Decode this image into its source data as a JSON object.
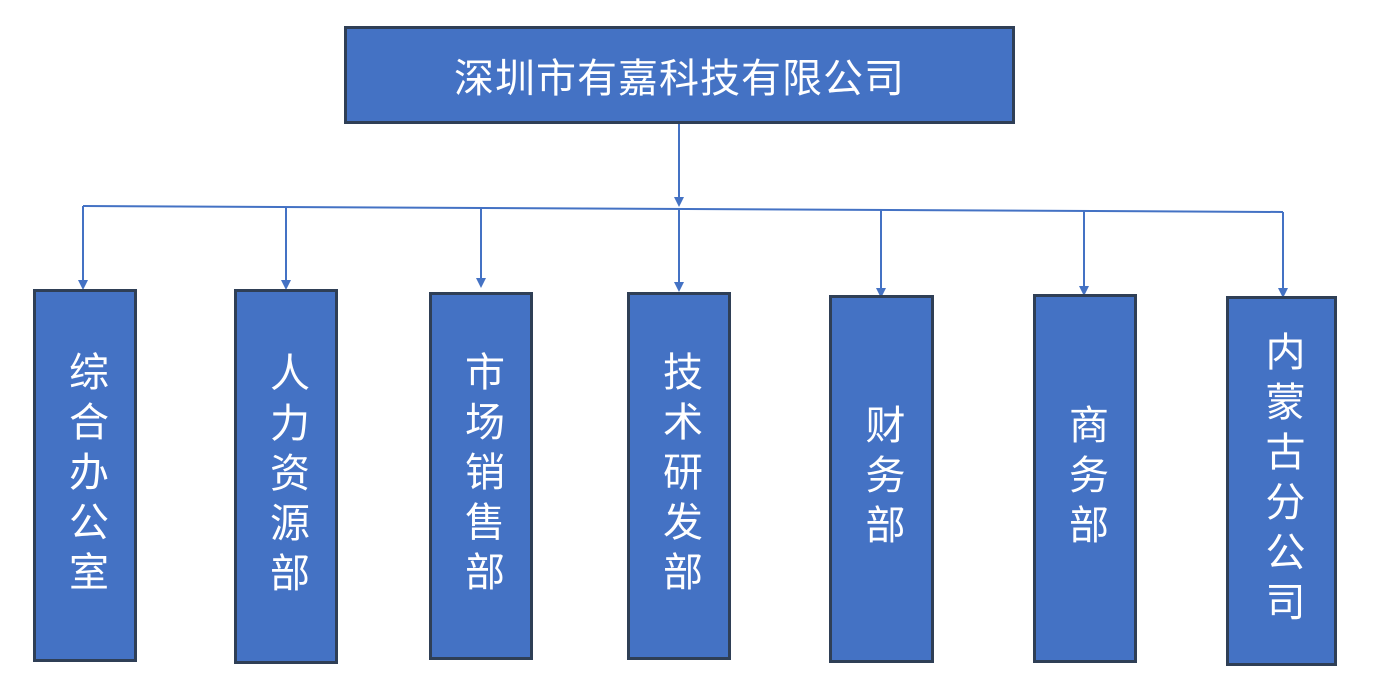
{
  "root": {
    "label": "深圳市有嘉科技有限公司"
  },
  "departments": [
    {
      "key": "general-office",
      "label": "综合办公室"
    },
    {
      "key": "hr",
      "label": "人力资源部"
    },
    {
      "key": "marketing-sales",
      "label": "市场销售部"
    },
    {
      "key": "tech-rd",
      "label": "技术研发部"
    },
    {
      "key": "finance",
      "label": "财务部"
    },
    {
      "key": "business",
      "label": "商务部"
    },
    {
      "key": "inner-mongolia-branch",
      "label": "内蒙古分公司"
    }
  ],
  "colors": {
    "box_fill": "#4472c4",
    "box_border": "#2f3f56",
    "text": "#ffffff",
    "connector": "#4472c4"
  }
}
